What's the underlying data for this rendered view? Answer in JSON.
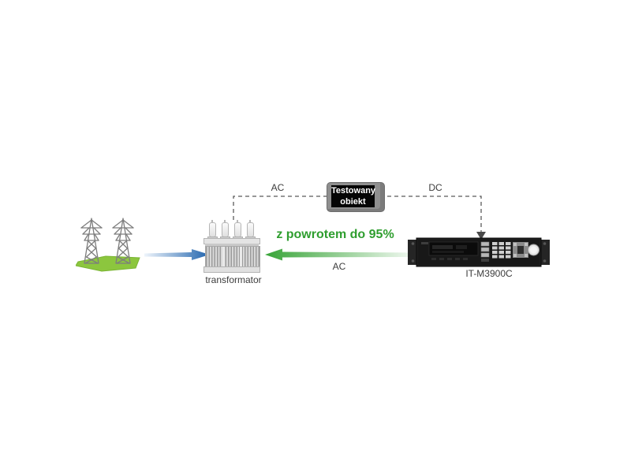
{
  "diagram": {
    "grid": {
      "icon": "transmission-towers-icon"
    },
    "transformer": {
      "label": "transformator",
      "icon": "transformer-icon"
    },
    "tested_object": {
      "line1": "Testowany",
      "line2": "obiekt",
      "icon": "tested-object-chip-icon"
    },
    "device": {
      "label": "IT-M3900C",
      "icon": "rack-power-supply-image"
    },
    "links": {
      "transformer_to_object_label": "AC",
      "object_to_device_label": "DC",
      "return_label": "z powrotem do 95%",
      "return_line_label": "AC"
    },
    "colors": {
      "blue_arrow": "#1f63ad",
      "blue_arrow_fade": "#eef4fb",
      "green_arrow": "#38a438",
      "green_arrow_fade": "#f4faf4",
      "green_text": "#2f9e2f",
      "label_text": "#3c3c3c",
      "dashed_line": "#5a5a5a",
      "grass": "#8cc63e",
      "pylon": "#7d7d7d",
      "box_body": "#8f8f8f",
      "box_screen": "#050505",
      "box_text": "#ffffff",
      "device_chassis": "#1e1e1e"
    }
  }
}
